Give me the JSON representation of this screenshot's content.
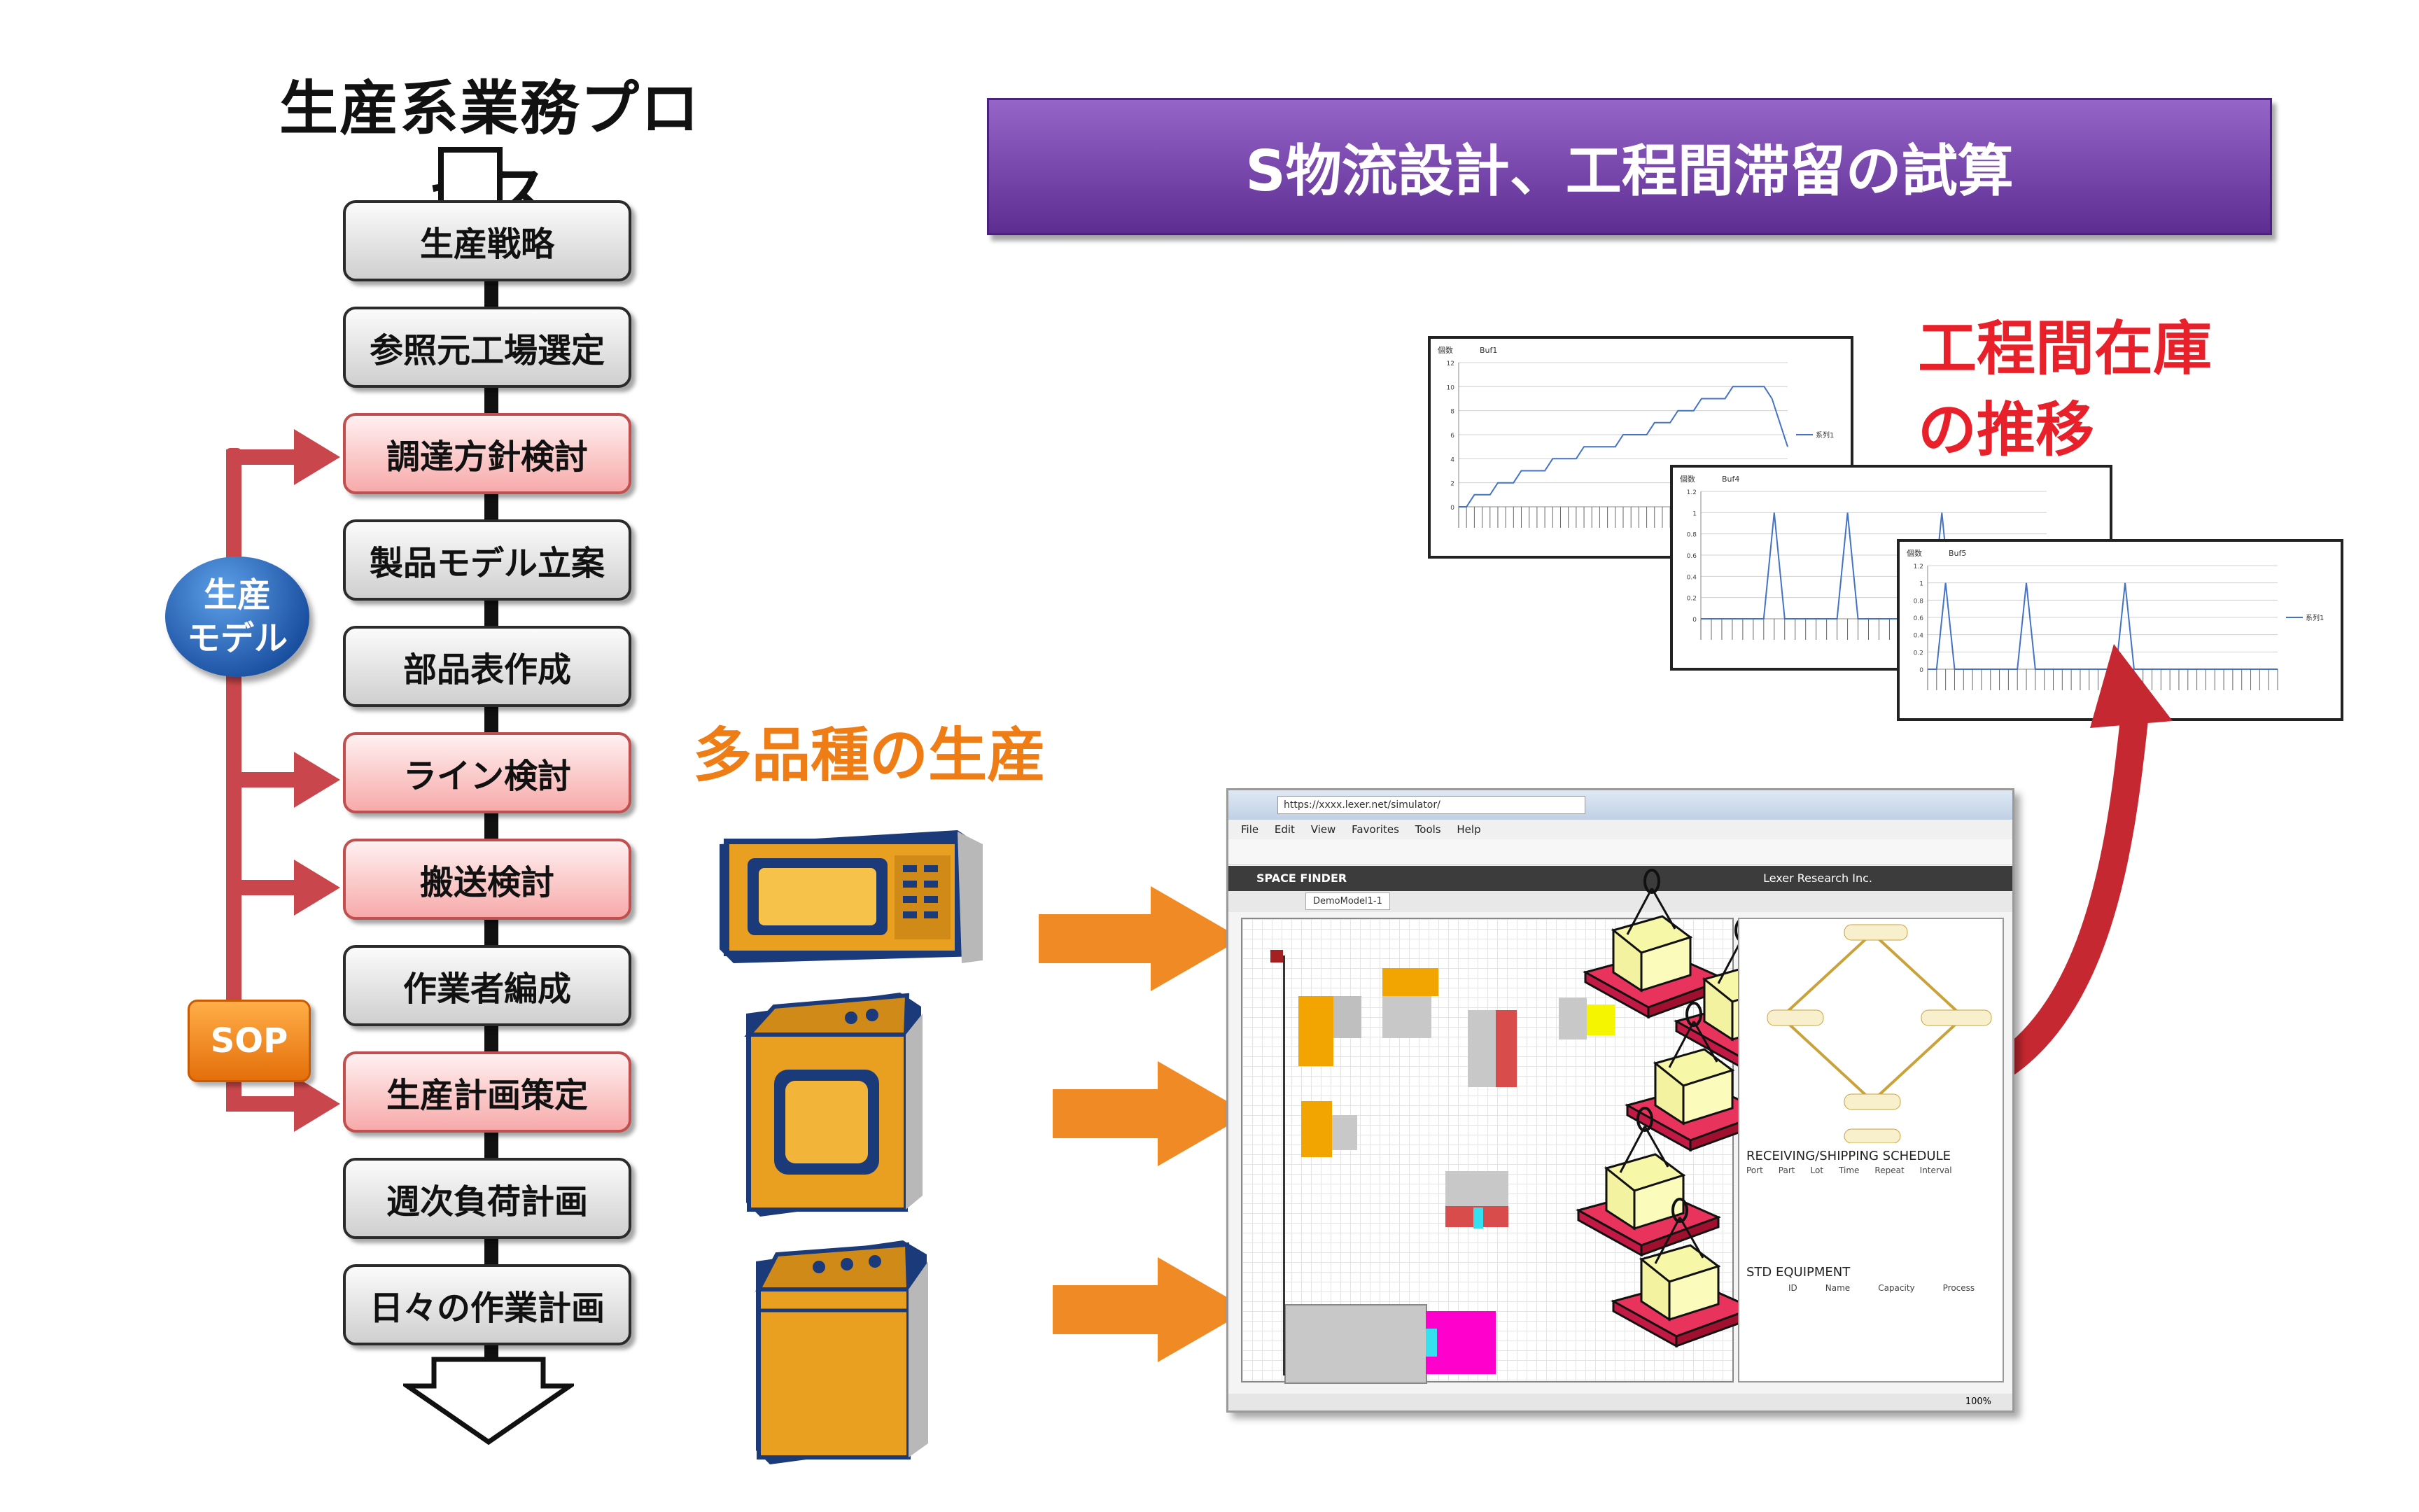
{
  "flow": {
    "title": "生産系業務プロセス",
    "steps": [
      {
        "label": "生産戦略",
        "style": "gray"
      },
      {
        "label": "参照元工場選定",
        "style": "gray"
      },
      {
        "label": "調達方針検討",
        "style": "pink"
      },
      {
        "label": "製品モデル立案",
        "style": "gray"
      },
      {
        "label": "部品表作成",
        "style": "gray"
      },
      {
        "label": "ライン検討",
        "style": "pink"
      },
      {
        "label": "搬送検討",
        "style": "pink"
      },
      {
        "label": "作業者編成",
        "style": "gray"
      },
      {
        "label": "生産計画策定",
        "style": "pink"
      },
      {
        "label": "週次負荷計画",
        "style": "gray"
      },
      {
        "label": "日々の作業計画",
        "style": "gray"
      }
    ],
    "bubble_line1": "生産",
    "bubble_line2": "モデル",
    "sop_label": "SOP"
  },
  "banner": {
    "title": "S物流設計、工程間滞留の試算"
  },
  "inventory": {
    "line1": "工程間在庫",
    "line2": "の推移"
  },
  "products": {
    "title": "多品種の生産",
    "items": [
      "microwave",
      "dryer",
      "washing machine"
    ]
  },
  "simulator": {
    "url": "https://xxxx.lexer.net/simulator/",
    "menu": [
      "File",
      "Edit",
      "View",
      "Favorites",
      "Tools",
      "Help"
    ],
    "app_name": "SPACE FINDER",
    "company": "Lexer Research Inc.",
    "tab": "DemoModel1-1",
    "schedule_title": "RECEIVING/SHIPPING SCHEDULE",
    "schedule_columns": [
      "Port",
      "Part",
      "Lot",
      "Time",
      "Repeat",
      "Interval"
    ],
    "equip_title": "STD EQUIPMENT",
    "equip_columns": [
      "ID",
      "Name",
      "Capacity",
      "Process"
    ],
    "status_zoom": "100%"
  },
  "chart_data": [
    {
      "type": "line",
      "title": "Buf1",
      "ylabel": "個数",
      "ylim": [
        0,
        12
      ],
      "yticks": [
        0,
        2,
        4,
        6,
        8,
        10,
        12
      ],
      "series": [
        {
          "name": "系列1",
          "values": [
            0,
            0,
            1,
            1,
            1,
            2,
            2,
            2,
            3,
            3,
            3,
            3,
            4,
            4,
            4,
            4,
            5,
            5,
            5,
            5,
            5,
            6,
            6,
            6,
            6,
            7,
            7,
            7,
            8,
            8,
            8,
            9,
            9,
            9,
            9,
            10,
            10,
            10,
            10,
            10,
            9,
            7,
            5
          ]
        }
      ]
    },
    {
      "type": "line",
      "title": "Buf4",
      "ylabel": "個数",
      "ylim": [
        0,
        1.2
      ],
      "yticks": [
        0,
        0.2,
        0.4,
        0.6,
        0.8,
        1,
        1.2
      ],
      "series": [
        {
          "values": [
            0,
            0,
            0,
            0,
            0,
            0,
            0,
            1,
            0,
            0,
            0,
            0,
            0,
            0,
            1,
            0,
            0,
            0,
            0,
            0,
            0,
            0,
            0,
            1,
            0,
            0,
            0,
            0,
            0,
            0,
            0,
            0,
            0,
            0
          ]
        }
      ]
    },
    {
      "type": "line",
      "title": "Buf5",
      "ylabel": "個数",
      "ylim": [
        0,
        1.2
      ],
      "yticks": [
        0,
        0.2,
        0.4,
        0.6,
        0.8,
        1,
        1.2
      ],
      "series": [
        {
          "name": "系列1",
          "values": [
            0,
            0,
            1,
            0,
            0,
            0,
            0,
            0,
            0,
            0,
            0,
            1,
            0,
            0,
            0,
            0,
            0,
            0,
            0,
            0,
            0,
            0,
            1,
            0,
            0,
            0,
            0,
            0,
            0,
            0,
            0,
            0,
            0,
            0,
            0,
            0,
            0,
            0,
            0,
            0
          ]
        }
      ]
    }
  ]
}
